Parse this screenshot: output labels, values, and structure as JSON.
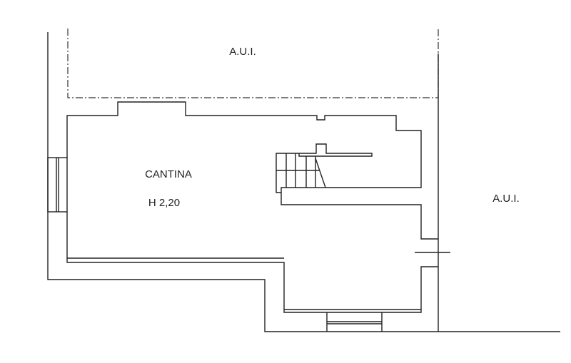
{
  "plan": {
    "room_name": "CANTINA",
    "room_height": "H 2,20",
    "top_area_label": "A.U.I.",
    "right_area_label": "A.U.I."
  },
  "colors": {
    "line": "#222222",
    "background": "#ffffff"
  }
}
